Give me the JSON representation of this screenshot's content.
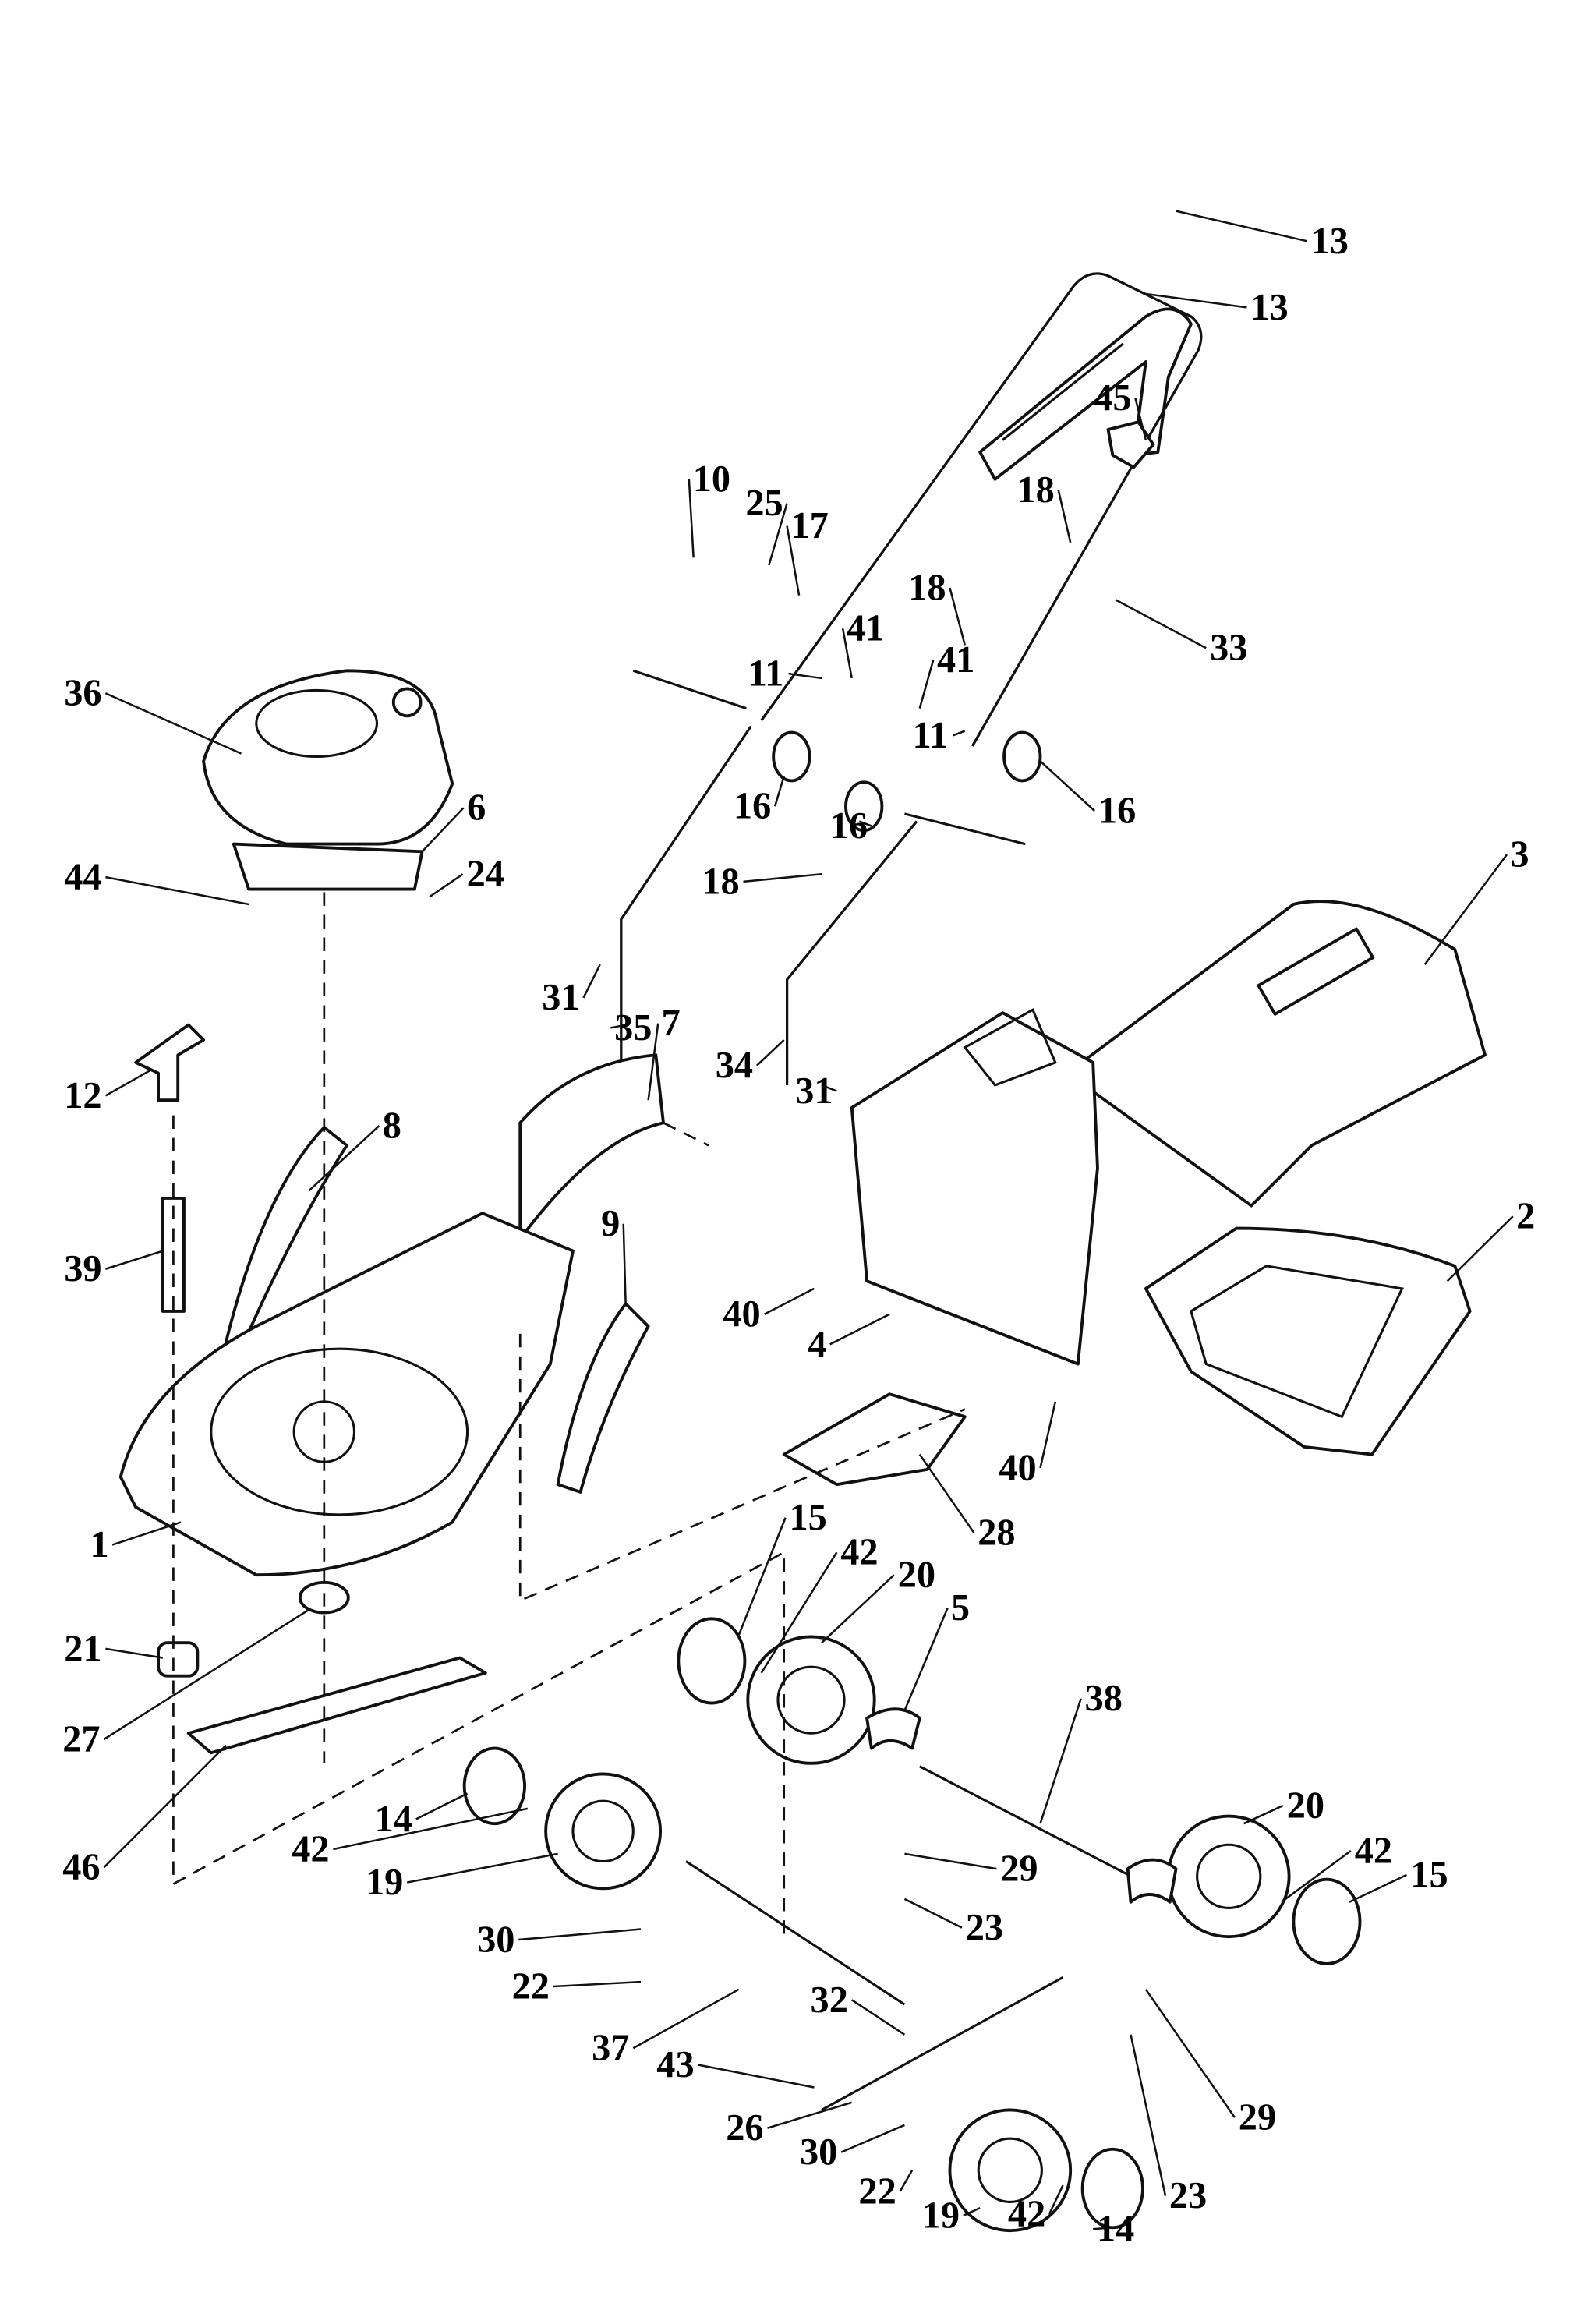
{
  "diagram": {
    "line_color": "#111111",
    "background": "#ffffff",
    "callouts": [
      "13",
      "13",
      "45",
      "18",
      "33",
      "10",
      "25",
      "17",
      "18",
      "41",
      "11",
      "41",
      "11",
      "36",
      "16",
      "16",
      "16",
      "6",
      "24",
      "18",
      "44",
      "3",
      "31",
      "35",
      "7",
      "12",
      "34",
      "31",
      "8",
      "2",
      "39",
      "9",
      "40",
      "4",
      "40",
      "1",
      "28",
      "15",
      "42",
      "20",
      "5",
      "21",
      "38",
      "27",
      "14",
      "42",
      "46",
      "19",
      "20",
      "42",
      "15",
      "29",
      "23",
      "30",
      "22",
      "32",
      "37",
      "43",
      "26",
      "30",
      "29",
      "22",
      "23",
      "19",
      "42",
      "14"
    ]
  }
}
